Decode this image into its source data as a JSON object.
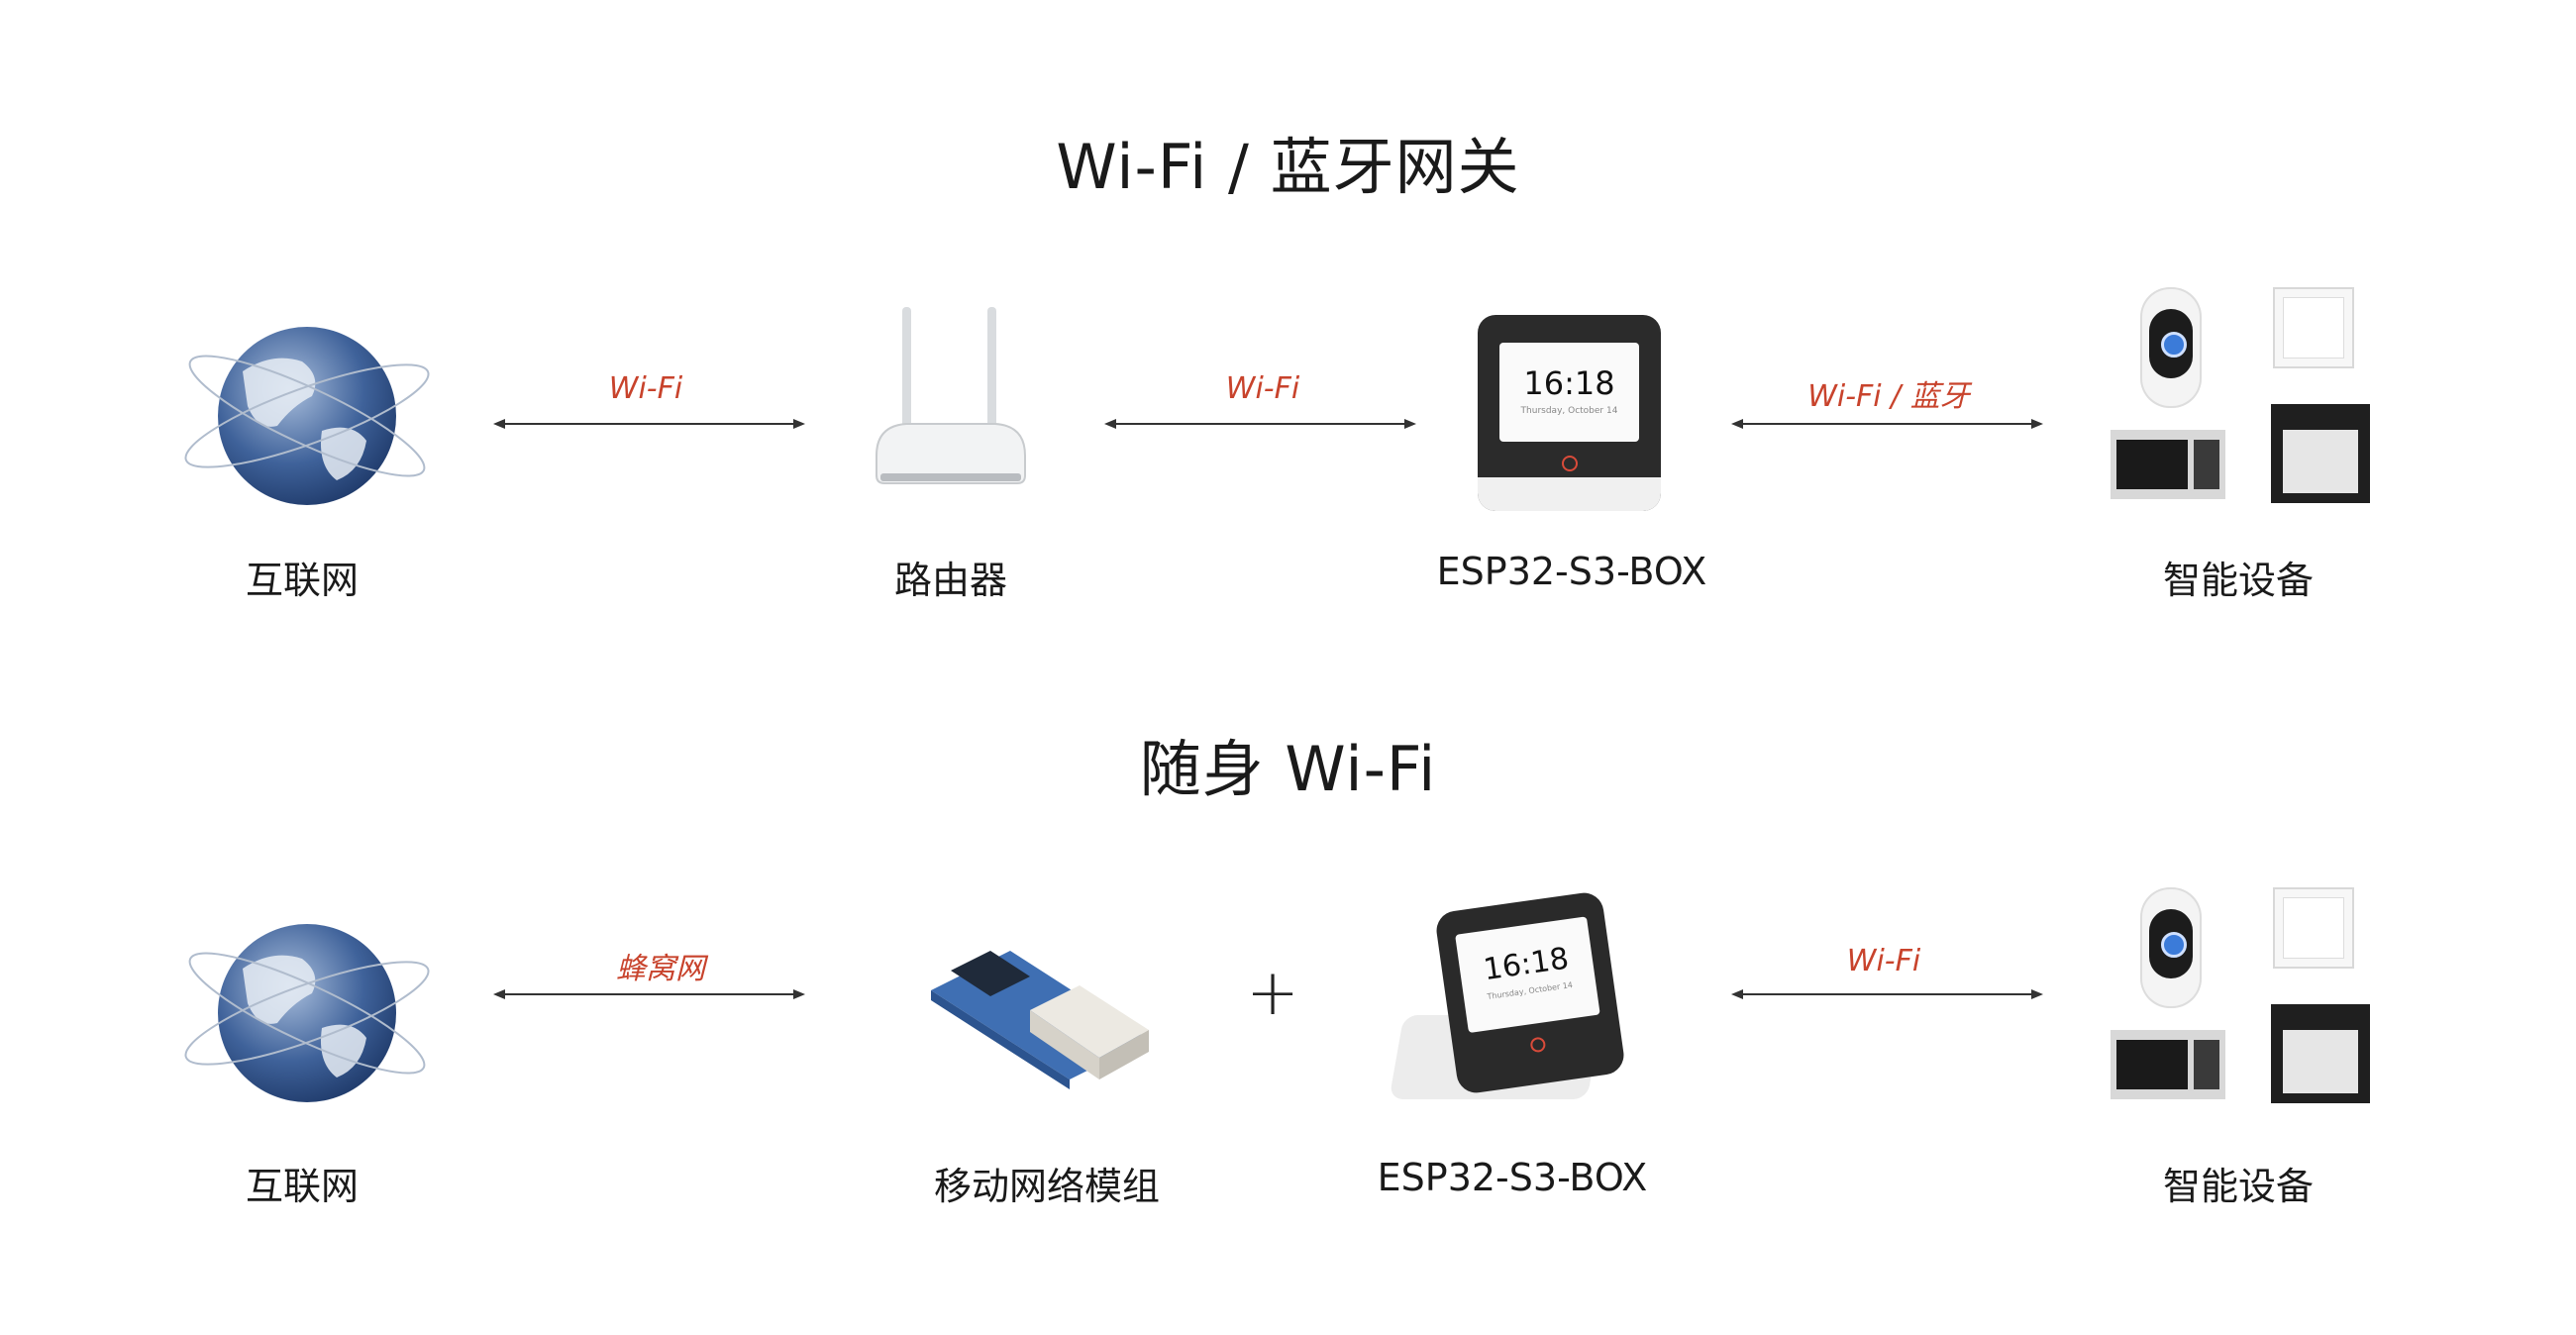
{
  "sections": [
    {
      "title": "Wi-Fi / 蓝牙网关",
      "nodes": [
        "互联网",
        "路由器",
        "ESP32-S3-BOX",
        "智能设备"
      ],
      "links": [
        "Wi-Fi",
        "Wi-Fi",
        "Wi-Fi / 蓝牙"
      ],
      "box_screen": {
        "time": "16:18",
        "date": "Thursday, October 14"
      }
    },
    {
      "title": "随身 Wi-Fi",
      "nodes": [
        "互联网",
        "移动网络模组",
        "ESP32-S3-BOX",
        "智能设备"
      ],
      "links": [
        "蜂窝网",
        "Wi-Fi"
      ],
      "plus": "+",
      "box_screen": {
        "time": "16:18",
        "date": "Thursday, October 14"
      }
    }
  ],
  "colors": {
    "accent": "#c8432c",
    "globe": "#2d4f86",
    "text": "#1a1a1a"
  }
}
